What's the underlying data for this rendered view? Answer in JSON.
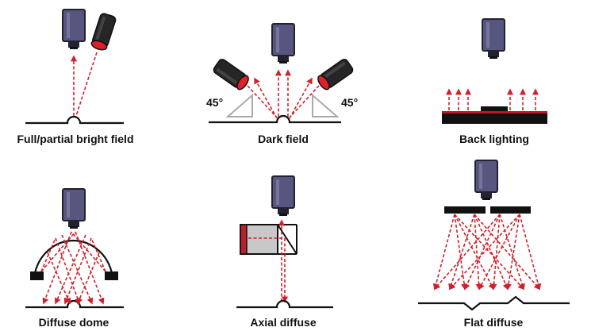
{
  "panels": [
    {
      "id": "bright-field",
      "label": "Full/partial bright field"
    },
    {
      "id": "dark-field",
      "label": "Dark field"
    },
    {
      "id": "back-lighting",
      "label": "Back lighting"
    },
    {
      "id": "diffuse-dome",
      "label": "Diffuse dome"
    },
    {
      "id": "axial-diffuse",
      "label": "Axial diffuse"
    },
    {
      "id": "flat-diffuse",
      "label": "Flat diffuse"
    }
  ],
  "angle_left": "45°",
  "angle_right": "45°",
  "colors": {
    "camera_body": "#57567f",
    "camera_dark": "#222230",
    "light_body": "#262626",
    "light_lens": "#e02028",
    "ray": "#d0202b",
    "ground": "#111111",
    "backlight_strip": "#c0152a"
  }
}
